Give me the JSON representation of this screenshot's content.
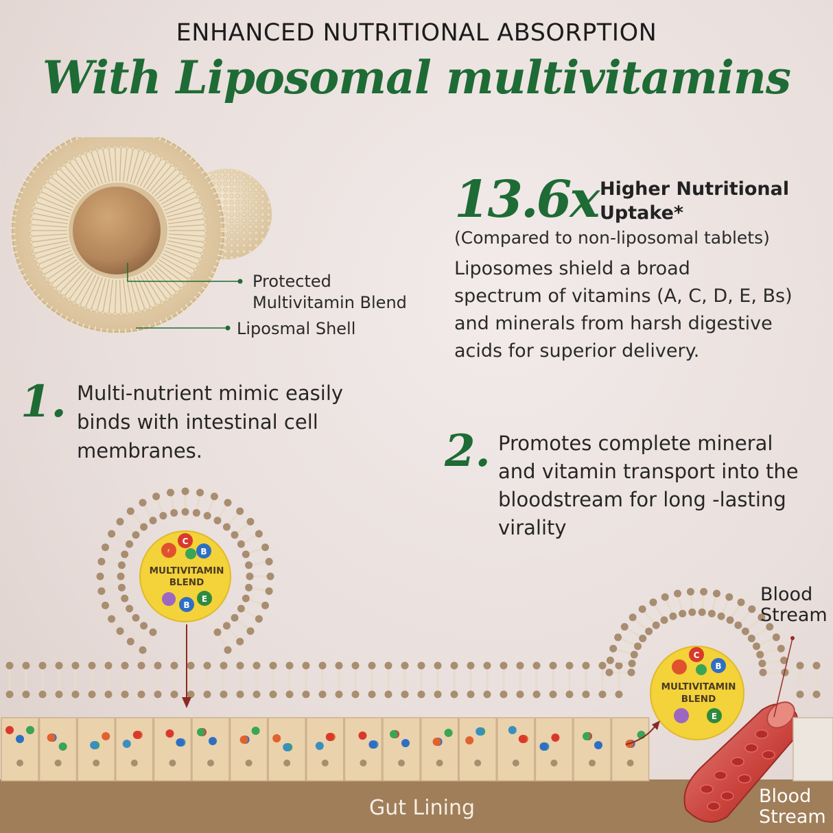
{
  "header": {
    "subtitle": "ENHANCED NUTRITIONAL ABSORPTION",
    "title": "With Liposomal multivitamins"
  },
  "stat": {
    "value": "13.6x",
    "label_line1": "Higher Nutritional",
    "label_line2": "Uptake*",
    "comparison": "(Compared to non-liposomal tablets)",
    "desc_line1": "Liposomes shield a broad",
    "desc_line2": "spectrum of vitamins (A, C, D, E, Bs)",
    "desc_line3": "and minerals from harsh digestive",
    "desc_line4": "acids for superior delivery."
  },
  "diagram": {
    "callout_blend_line1": "Protected",
    "callout_blend_line2": "Multivitamin Blend",
    "callout_shell": "Liposmal Shell",
    "blend_line1": "MULTIVITAMIN",
    "blend_line2": "BLEND",
    "vitamin_c": "C",
    "vitamin_b": "B",
    "vitamin_e": "E",
    "vitamin_f": "F",
    "gut_label": "Gut Lining",
    "blood_top_line1": "Blood",
    "blood_top_line2": "Stream",
    "blood_bottom_line1": "Blood",
    "blood_bottom_line2": "Stream"
  },
  "steps": [
    {
      "number": "1.",
      "line1": "Multi-nutrient mimic easily",
      "line2": "binds with intestinal cell",
      "line3": "membranes."
    },
    {
      "number": "2.",
      "line1": "Promotes complete mineral",
      "line2": "and vitamin transport into the",
      "line3": "bloodstream for long -lasting",
      "line4": "virality"
    }
  ],
  "colors": {
    "brand_green": "#1e6b35",
    "liposome_tan": "#e9d6b5",
    "lipid_head": "#a88d70",
    "core_brown": "#b78b5c",
    "blend_yellow": "#f3d23a",
    "gut_cell": "#ead2ad",
    "gut_base": "#9f7e59",
    "blood_red": "#c9413b"
  }
}
